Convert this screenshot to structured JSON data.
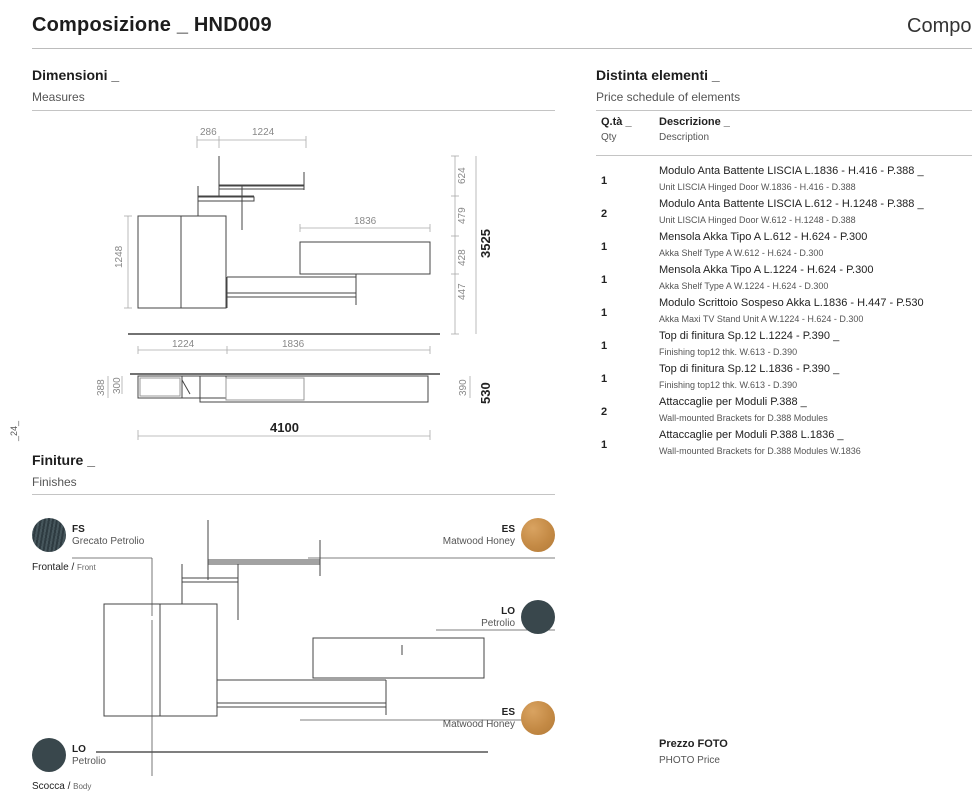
{
  "header": {
    "title": "Composizione _ HND009",
    "title_right": "Compo"
  },
  "page_number": "_24_",
  "measures": {
    "title": "Dimensioni _",
    "subtitle": "Measures",
    "dims": {
      "top_286": "286",
      "top_1224": "1224",
      "shelf_1836": "1836",
      "left_1248": "1248",
      "r_624": "624",
      "r_479": "479",
      "r_428": "428",
      "r_447": "447",
      "total_h": "3525",
      "bottom_1224": "1224",
      "bottom_1836": "1836",
      "plan_388": "388",
      "plan_300": "300",
      "plan_390": "390",
      "plan_530": "530",
      "total_w": "4100"
    }
  },
  "elements": {
    "title": "Distinta elementi _",
    "subtitle": "Price schedule of elements",
    "col_qty": "Q.tà _",
    "col_qty_en": "Qty",
    "col_desc": "Descrizione _",
    "col_desc_en": "Description",
    "rows": [
      {
        "qty": "1",
        "it": "Modulo Anta Battente LISCIA L.1836 - H.416 - P.388 _",
        "en": "Unit LISCIA Hinged Door W.1836 - H.416 - D.388"
      },
      {
        "qty": "2",
        "it": "Modulo Anta Battente LISCIA L.612 - H.1248 - P.388 _",
        "en": "Unit LISCIA Hinged Door W.612 - H.1248 - D.388"
      },
      {
        "qty": "1",
        "it": "Mensola Akka Tipo A L.612 - H.624 - P.300",
        "en": "Akka Shelf Type A W.612 - H.624 - D.300"
      },
      {
        "qty": "1",
        "it": "Mensola Akka Tipo A L.1224 - H.624 - P.300",
        "en": "Akka Shelf Type A W.1224 - H.624 - D.300"
      },
      {
        "qty": "1",
        "it": "Modulo Scrittoio Sospeso Akka L.1836 - H.447 - P.530",
        "en": "Akka Maxi TV Stand Unit A W.1224 - H.624 - D.300"
      },
      {
        "qty": "1",
        "it": "Top di finitura Sp.12 L.1224 - P.390 _",
        "en": "Finishing top12 thk. W.613 - D.390"
      },
      {
        "qty": "1",
        "it": "Top di finitura Sp.12 L.1836 - P.390 _",
        "en": "Finishing top12 thk. W.613 - D.390"
      },
      {
        "qty": "2",
        "it": "Attaccaglie per Moduli P.388 _",
        "en": "Wall-mounted Brackets for D.388 Modules"
      },
      {
        "qty": "1",
        "it": "Attaccaglie per Moduli P.388 L.1836 _",
        "en": "Wall-mounted Brackets for D.388 Modules W.1836"
      }
    ],
    "price_label": "Prezzo FOTO",
    "price_label_en": "PHOTO Price"
  },
  "finishes": {
    "title": "Finiture _",
    "subtitle": "Finishes",
    "items": [
      {
        "code": "FS",
        "name": "Grecato Petrolio",
        "color": "#39474c"
      },
      {
        "code": "ES",
        "name": "Matwood Honey",
        "color": "#c48a45"
      },
      {
        "code": "LO",
        "name": "Petrolio",
        "color": "#39474c"
      },
      {
        "code": "ES",
        "name": "Matwood Honey",
        "color": "#c48a45"
      },
      {
        "code": "LO",
        "name": "Petrolio",
        "color": "#39474c"
      }
    ],
    "front_label": "Frontale /",
    "front_label_en": "Front",
    "body_label": "Scocca /",
    "body_label_en": "Body"
  }
}
